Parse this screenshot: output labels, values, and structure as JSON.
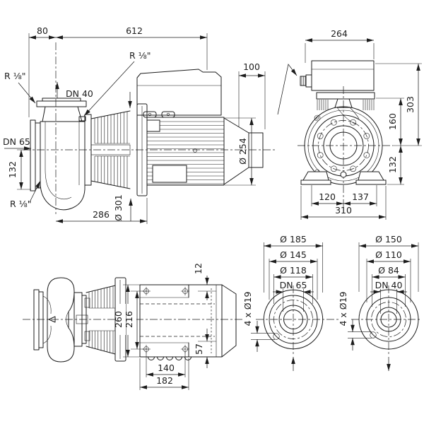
{
  "drawing": {
    "title": "pump-dimensional-drawing",
    "side_view": {
      "d80": "80",
      "d612": "612",
      "r_top": "R ⅛\"",
      "r_left": "R ⅛\"",
      "r_bottom": "R ⅛\"",
      "dn40": "DN 40",
      "dn65": "DN 65",
      "d132": "132",
      "d286": "286",
      "d301": "Ø 301",
      "d100": "100",
      "d254": "Ø 254"
    },
    "front_view": {
      "d264": "264",
      "d303": "303",
      "d160": "160",
      "d132": "132",
      "d120": "120",
      "d137": "137",
      "d310": "310"
    },
    "top_view": {
      "d12": "12",
      "d260": "260",
      "d216": "216",
      "d57": "57",
      "d140": "140",
      "d182": "182"
    },
    "suction_flange": {
      "d185": "Ø 185",
      "d145": "Ø 145",
      "d118": "Ø 118",
      "dn": "DN 65",
      "holes": "4 x Ø19"
    },
    "discharge_flange": {
      "d150": "Ø 150",
      "d110": "Ø 110",
      "d84": "Ø 84",
      "dn": "DN 40",
      "holes": "4 x Ø19"
    }
  },
  "colors": {
    "line": "#1c1c1c",
    "background": "#ffffff"
  }
}
